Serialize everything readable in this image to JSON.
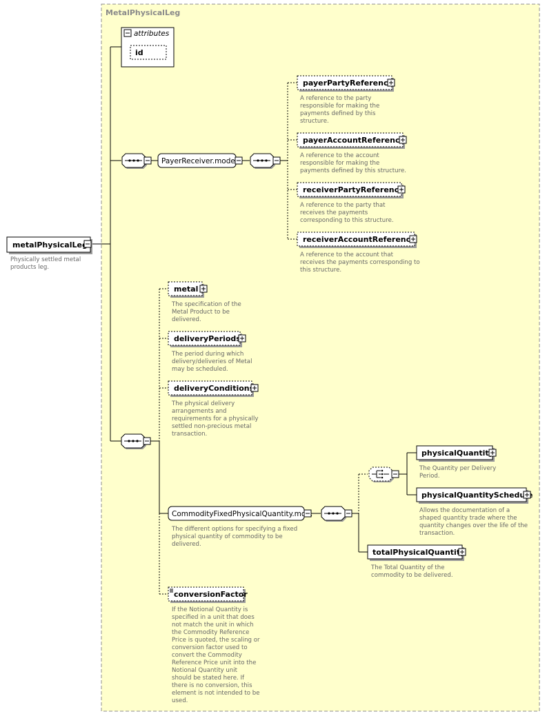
{
  "diagram": {
    "panel_title": "MetalPhysicalLeg",
    "attributes": {
      "title": "attributes",
      "items": [
        "id"
      ]
    },
    "root": {
      "name": "metalPhysicalLeg",
      "desc": [
        "Physically settled metal",
        "products leg."
      ]
    },
    "payer_model": {
      "name": "PayerReceiver.model"
    },
    "payer_elements": [
      {
        "name": "payerPartyReference",
        "desc": [
          "A reference to the party",
          "responsible for making the",
          "payments defined by this",
          "structure."
        ]
      },
      {
        "name": "payerAccountReference",
        "desc": [
          "A reference to the account",
          "responsible for making the",
          "payments defined by this structure."
        ]
      },
      {
        "name": "receiverPartyReference",
        "desc": [
          "A reference to the party that",
          "receives the payments",
          "corresponding to this structure."
        ]
      },
      {
        "name": "receiverAccountReference",
        "desc": [
          "A reference to the account that",
          "receives the payments corresponding to",
          "this structure."
        ]
      }
    ],
    "seq_elements": [
      {
        "name": "metal",
        "desc": [
          "The specification of the",
          "Metal Product to be",
          "delivered."
        ]
      },
      {
        "name": "deliveryPeriods",
        "desc": [
          "The period during which",
          "delivery/deliveries of Metal",
          "may be scheduled."
        ]
      },
      {
        "name": "deliveryConditions",
        "desc": [
          "The physical delivery",
          "arrangements and",
          "requirements for a physically",
          "settled non-precious metal",
          "transaction."
        ]
      }
    ],
    "commodity_model": {
      "name": "CommodityFixedPhysicalQuantity.mo...",
      "desc": [
        "The different options for specifying a fixed",
        "physical quantity of commodity to be",
        "delivered."
      ]
    },
    "choice_elements": [
      {
        "name": "physicalQuantity",
        "desc": [
          "The Quantity per Delivery",
          "Period."
        ]
      },
      {
        "name": "physicalQuantitySchedule",
        "desc": [
          "Allows the documentation of a",
          "shaped quantity trade where the",
          "quantity changes over the life of the",
          "transaction."
        ]
      }
    ],
    "total": {
      "name": "totalPhysicalQuantity",
      "desc": [
        "The Total Quantity of the",
        "commodity to be delivered."
      ]
    },
    "conversion": {
      "name": "conversionFactor",
      "desc": [
        "If the Notional Quantity is",
        "specified in a unit that does",
        "not match the unit in which",
        "the Commodity Reference",
        "Price is quoted, the scaling or",
        "conversion factor used to",
        "convert the Commodity",
        "Reference Price unit into the",
        "Notional Quantity unit",
        "should be stated here. If",
        "there is no conversion, this",
        "element is not intended to be",
        "used."
      ]
    }
  }
}
